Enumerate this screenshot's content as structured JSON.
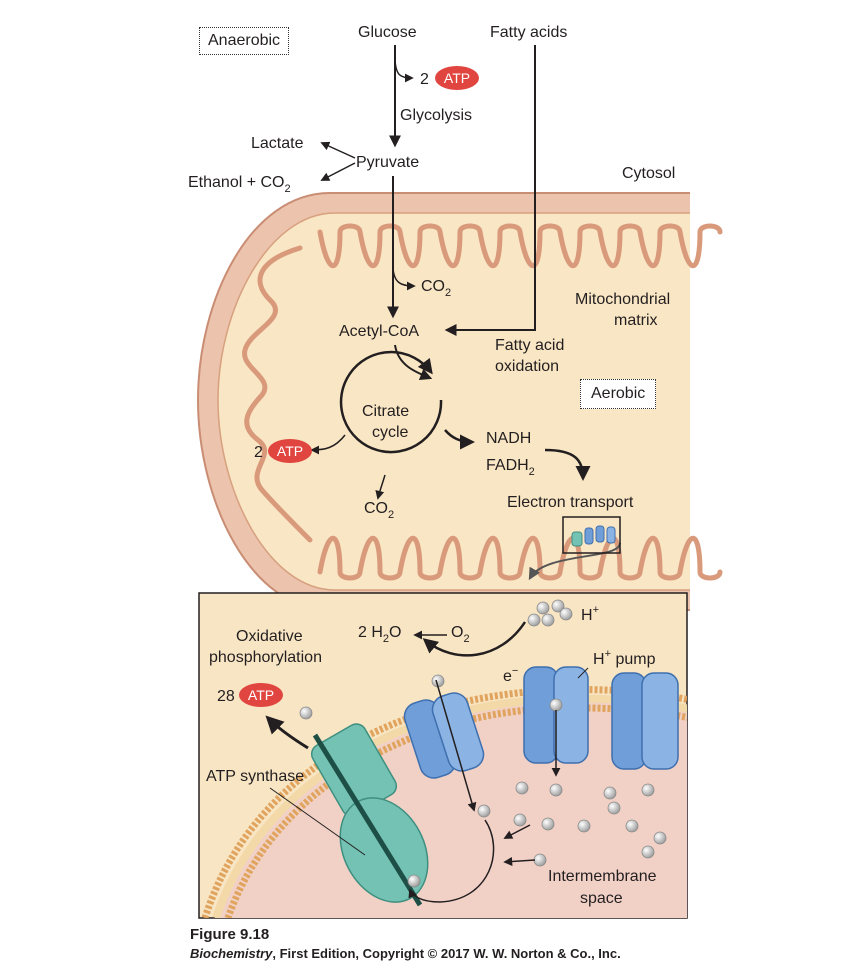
{
  "figure": {
    "number": "Figure 9.18",
    "credit_book": "Biochemistry",
    "credit_rest": ", First Edition, Copyright © 2017 W. W. Norton & Co., Inc."
  },
  "labels": {
    "anaerobic": "Anaerobic",
    "aerobic": "Aerobic",
    "glucose": "Glucose",
    "fatty_acids": "Fatty acids",
    "atp": "ATP",
    "atp_count_glycolysis": "2",
    "atp_count_citrate": "2",
    "atp_count_oxphos": "28",
    "glycolysis": "Glycolysis",
    "lactate": "Lactate",
    "pyruvate": "Pyruvate",
    "ethanol": "Ethanol + CO",
    "sub2": "2",
    "cytosol": "Cytosol",
    "co2": "CO",
    "mito_matrix_1": "Mitochondrial",
    "mito_matrix_2": "matrix",
    "acetyl_coa": "Acetyl-CoA",
    "fatty_acid_ox_1": "Fatty acid",
    "fatty_acid_ox_2": "oxidation",
    "citrate_1": "Citrate",
    "citrate_2": "cycle",
    "nadh": "NADH",
    "fadh": "FADH",
    "electron_transport": "Electron transport",
    "h_plus": "H",
    "plus": "+",
    "oxphos_1": "Oxidative",
    "oxphos_2": "phosphorylation",
    "water": "2 H",
    "water_o": "O",
    "oxygen": "O",
    "electron": "e",
    "minus": "−",
    "h_pump": "H",
    "pump": " pump",
    "atp_synthase": "ATP synthase",
    "intermembrane_1": "Intermembrane",
    "intermembrane_2": "space"
  },
  "colors": {
    "atp_fill": "#e0463f",
    "mito_fill": "#f9e6c4",
    "mito_outer": "#e8b49c",
    "inset_fill": "#f8e5c4",
    "membrane": "#d8a36a",
    "pump_blue": "#6f9ed8",
    "synthase_teal": "#73c2b3",
    "proton": "#c8c8c8"
  }
}
